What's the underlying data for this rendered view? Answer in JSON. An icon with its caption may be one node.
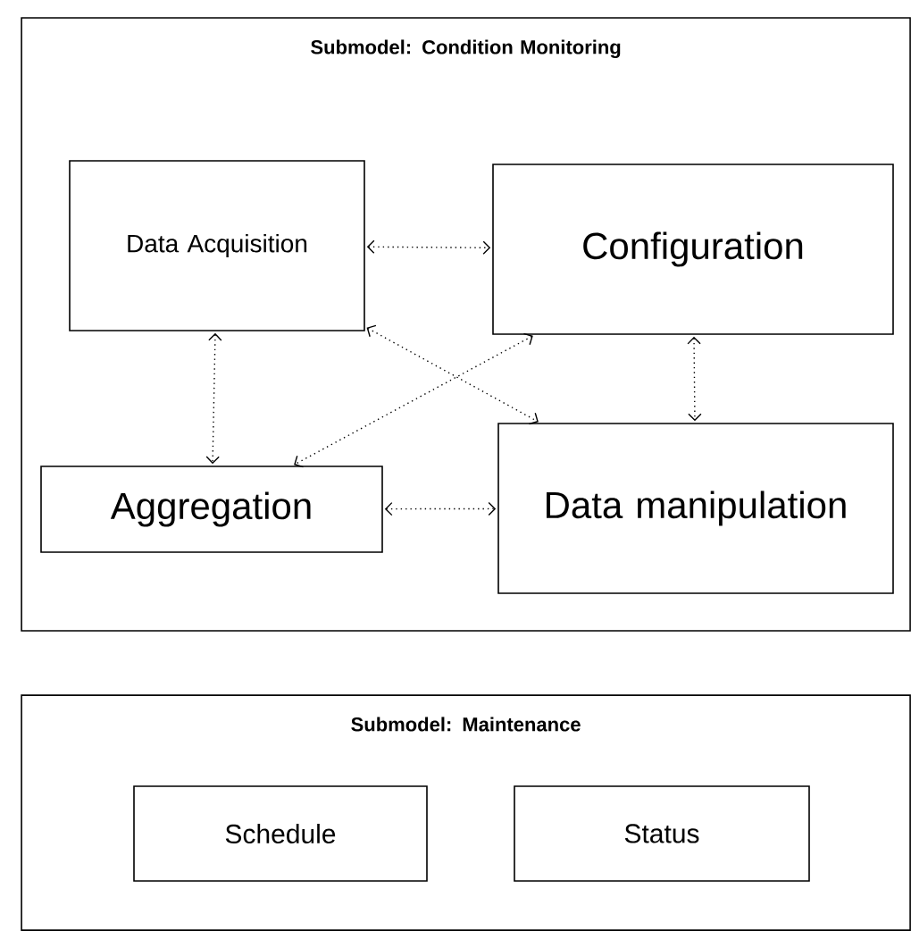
{
  "diagram": {
    "nodes": [
      {
        "text": [
          "Submodel: Condition Monitoring"
        ]
      },
      {
        "text": [
          "Data Acquisition"
        ],
        "in": 0
      },
      {
        "text": [
          "Configuration"
        ],
        "in": 0
      },
      {
        "text": [
          "Aggregation"
        ],
        "in": 0
      },
      {
        "text": [
          "Data manipulation"
        ],
        "in": 0
      },
      {
        "text": [
          "Submodel: Maintenance"
        ]
      },
      {
        "text": [
          "Schedule"
        ],
        "in": 5
      },
      {
        "text": [
          "Status"
        ],
        "in": 5
      }
    ],
    "edges": [
      {
        "from": 1,
        "to": 2,
        "arrow": "both"
      },
      {
        "from": 1,
        "to": 3,
        "arrow": "both"
      },
      {
        "from": 1,
        "to": 4,
        "arrow": "both"
      },
      {
        "from": 2,
        "to": 3,
        "arrow": "both"
      },
      {
        "from": 2,
        "to": 4,
        "arrow": "both"
      },
      {
        "from": 3,
        "to": 4,
        "arrow": "both"
      }
    ]
  }
}
